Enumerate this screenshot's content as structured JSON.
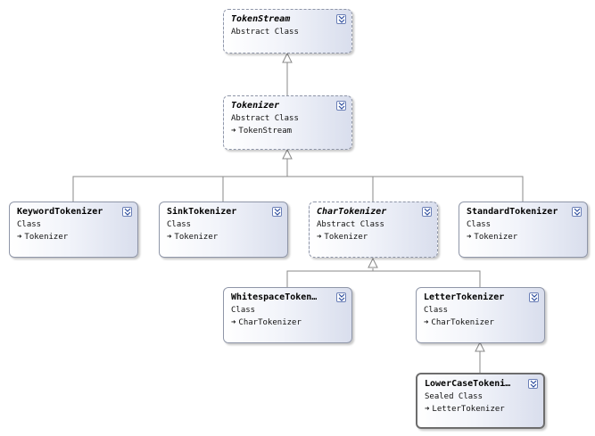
{
  "classes": {
    "tokenstream": {
      "name": "TokenStream",
      "kind": "Abstract Class"
    },
    "tokenizer": {
      "name": "Tokenizer",
      "kind": "Abstract Class",
      "base": "TokenStream"
    },
    "keyword": {
      "name": "KeywordTokenizer",
      "kind": "Class",
      "base": "Tokenizer"
    },
    "sink": {
      "name": "SinkTokenizer",
      "kind": "Class",
      "base": "Tokenizer"
    },
    "char": {
      "name": "CharTokenizer",
      "kind": "Abstract Class",
      "base": "Tokenizer"
    },
    "standard": {
      "name": "StandardTokenizer",
      "kind": "Class",
      "base": "Tokenizer"
    },
    "whitespace": {
      "name": "WhitespaceToken…",
      "kind": "Class",
      "base": "CharTokenizer"
    },
    "letter": {
      "name": "LetterTokenizer",
      "kind": "Class",
      "base": "CharTokenizer"
    },
    "lowercase": {
      "name": "LowerCaseTokeni…",
      "kind": "Sealed Class",
      "base": "LetterTokenizer"
    }
  },
  "icons": {
    "collapse": "double-chevron-down-icon",
    "inheritance": "inheritance-arrow-icon"
  },
  "colors": {
    "border": "#8f96a8",
    "gradient_end": "#d9deed",
    "line": "#888888"
  }
}
